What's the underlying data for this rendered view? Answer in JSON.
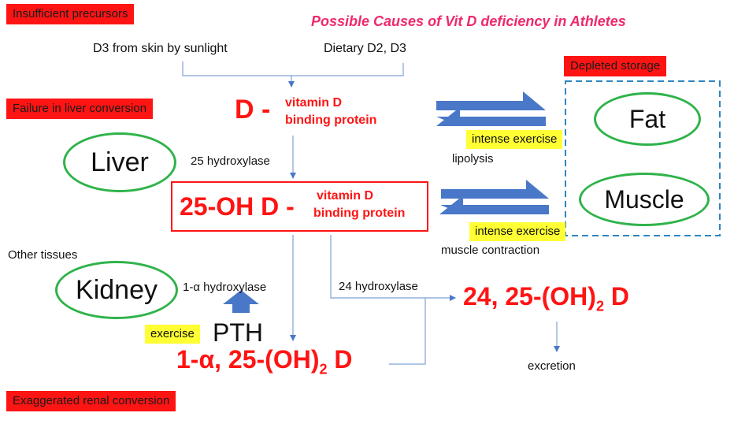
{
  "title": "Possible Causes of Vit D deficiency in Athletes",
  "labels": {
    "insufficient_precursors": "Insufficient precursors",
    "failure_liver": "Failure in liver conversion",
    "depleted_storage": "Depleted storage",
    "exaggerated_renal": "Exaggerated renal conversion"
  },
  "sources": {
    "skin": "D3 from skin by sunlight",
    "dietary": "Dietary D2, D3"
  },
  "d_complex": {
    "main": "D -",
    "line1": "vitamin D",
    "line2": "binding protein"
  },
  "oh_complex": {
    "main": "25-OH D -",
    "line1": "vitamin D",
    "line2": "binding protein"
  },
  "organs": {
    "liver": "Liver",
    "kidney": "Kidney",
    "fat": "Fat",
    "muscle": "Muscle"
  },
  "enzymes": {
    "hydroxylase25": "25 hydroxylase",
    "hydroxylase1a": "1-α hydroxylase",
    "hydroxylase24": "24 hydroxylase"
  },
  "exercise": {
    "intense1": "intense exercise",
    "intense2": "intense exercise",
    "exercise": "exercise",
    "lipolysis": "lipolysis",
    "muscle_contraction": "muscle contraction"
  },
  "other_tissues": "Other tissues",
  "pth": "PTH",
  "products": {
    "calcitriol_prefix": "1-α, 25-(OH)",
    "calcitriol_sub": "2",
    "calcitriol_suffix": " D",
    "inactive_prefix": "24, 25-(OH)",
    "inactive_sub": "2",
    "inactive_suffix": " D"
  },
  "excretion": "excretion",
  "colors": {
    "red": "#ff1414",
    "pink_title": "#ee2a6b",
    "blue_arrow": "#4a78c8",
    "green_oval": "#2fb34a",
    "yellow": "#ffff33",
    "dash_blue": "#2e86c1",
    "flow_line": "#7ea2d6"
  }
}
